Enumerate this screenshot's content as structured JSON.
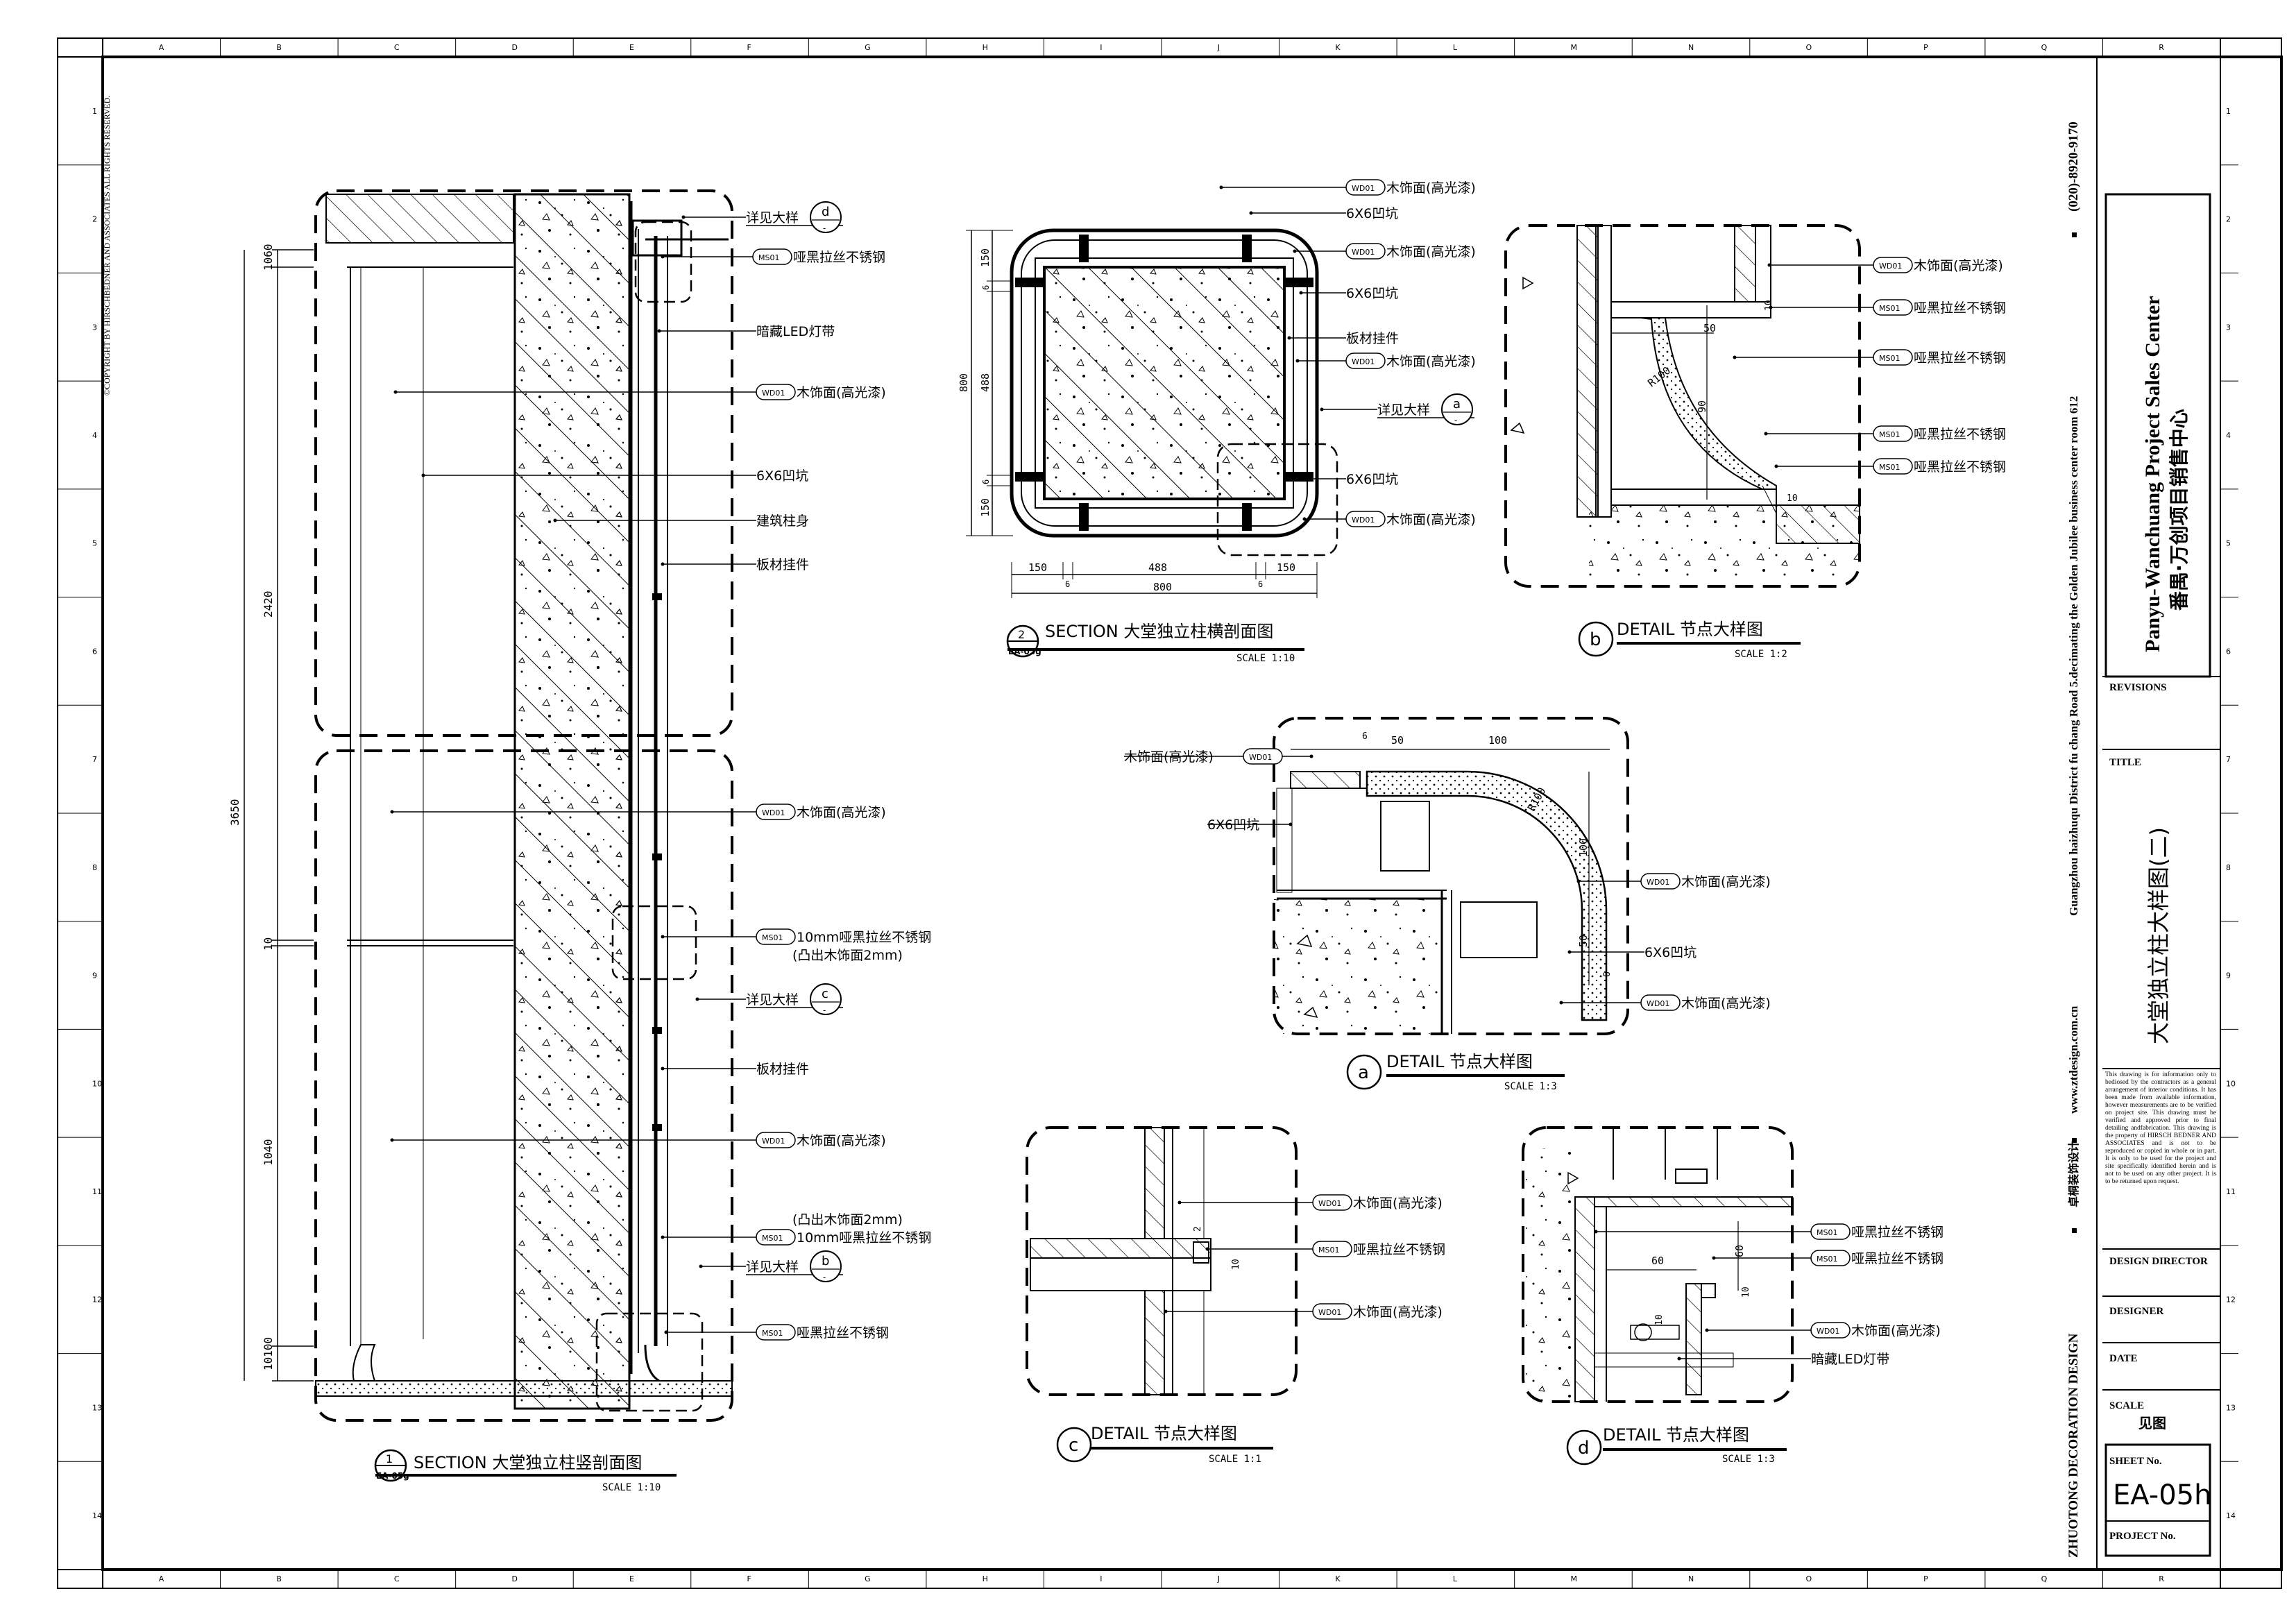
{
  "grid": {
    "columns": [
      "A",
      "B",
      "C",
      "D",
      "E",
      "F",
      "G",
      "H",
      "I",
      "J",
      "K",
      "L",
      "M",
      "N",
      "O",
      "P",
      "Q",
      "R"
    ],
    "rows": [
      "1",
      "2",
      "3",
      "4",
      "5",
      "6",
      "7",
      "8",
      "9",
      "10",
      "11",
      "12",
      "13",
      "14"
    ]
  },
  "copyright": "©COPYRIGHT BY HIRSCHBEDNER AND ASSOCIATES ALL RIGHTS RESERVED.",
  "sidebar": {
    "phone": "(020)-8920-9170",
    "address": "Guangzhou haizhuqu District fu chang Road 5.decimating the Golden Jubilee business center room 612",
    "website": "www.ztdesign.com.cn",
    "company_cn": "卓桐装饰设计",
    "company_en": "ZHUOTONG DECORATION DESIGN"
  },
  "title_block": {
    "project_en": "Panyu-Wanchuang Project Sales Center",
    "project_cn": "番禺·万创项目销售中心",
    "revisions": "REVISIONS",
    "title_label": "TITLE",
    "title_value": "大堂独立柱大样图(二)",
    "disclaimer": "This drawing is for information only to bediosed by the contractors as a general arrangement of interior conditions. It has been made from available information, however measurements are to be verified on project site. This drawing must be verified and approved prior to final detailing andfabrication. This drawing is the property of HIRSCH BEDNER AND ASSOCIATES and is not to be reproduced or copied in whole or in part. It is only to be used for the project and site specifically identified herein and is not to be used on any other project. It is to be returned upon request.",
    "design_director": "DESIGN DIRECTOR",
    "designer": "DESIGNER",
    "date": "DATE",
    "scale_label": "SCALE",
    "scale_value": "见图",
    "sheet_no_label": "SHEET No.",
    "sheet_no": "EA-05h",
    "project_no_label": "PROJECT No."
  },
  "section1": {
    "num": "1",
    "ref": "EA-05g",
    "title": "SECTION  大堂独立柱竖剖面图",
    "scale": "SCALE  1:10",
    "dims": [
      "3650",
      "2420",
      "1040",
      "1060",
      "10",
      "10100"
    ],
    "labels": [
      {
        "text": "详见大样",
        "bubble": "d"
      },
      {
        "tag": "MS01",
        "text": "哑黑拉丝不锈钢"
      },
      {
        "text": "暗藏LED灯带"
      },
      {
        "tag": "WD01",
        "text": "木饰面(高光漆)"
      },
      {
        "text": "6X6凹坑"
      },
      {
        "text": "建筑柱身"
      },
      {
        "text": "板材挂件"
      },
      {
        "tag": "WD01",
        "text": "木饰面(高光漆)"
      },
      {
        "tag": "MS01",
        "text": "10mm哑黑拉丝不锈钢"
      },
      {
        "text": "(凸出木饰面2mm)"
      },
      {
        "text": "详见大样",
        "bubble": "c"
      },
      {
        "text": "板材挂件"
      },
      {
        "tag": "WD01",
        "text": "木饰面(高光漆)"
      },
      {
        "text": "(凸出木饰面2mm)"
      },
      {
        "tag": "MS01",
        "text": "10mm哑黑拉丝不锈钢"
      },
      {
        "text": "详见大样",
        "bubble": "b"
      },
      {
        "tag": "MS01",
        "text": "哑黑拉丝不锈钢"
      }
    ]
  },
  "section2": {
    "num": "2",
    "ref": "EA-05g",
    "title": "SECTION  大堂独立柱横剖面图",
    "scale": "SCALE  1:10",
    "dims_h": [
      "150",
      "488",
      "150",
      "6",
      "6",
      "800"
    ],
    "dims_v": [
      "150",
      "6",
      "488",
      "6",
      "150",
      "800"
    ],
    "labels": [
      {
        "tag": "WD01",
        "text": "木饰面(高光漆)"
      },
      {
        "text": "6X6凹坑"
      },
      {
        "tag": "WD01",
        "text": "木饰面(高光漆)"
      },
      {
        "text": "6X6凹坑"
      },
      {
        "text": "板材挂件"
      },
      {
        "tag": "WD01",
        "text": "木饰面(高光漆)"
      },
      {
        "text": "详见大样",
        "bubble": "a"
      },
      {
        "text": "6X6凹坑"
      },
      {
        "tag": "WD01",
        "text": "木饰面(高光漆)"
      }
    ]
  },
  "detail_a": {
    "bubble": "a",
    "title": "DETAIL    节点大样图",
    "scale": "SCALE  1:3",
    "dims": [
      "6",
      "50",
      "100",
      "R100",
      "100",
      "50",
      "6"
    ],
    "labels": [
      {
        "tag": "WD01",
        "text": "木饰面(高光漆)"
      },
      {
        "text": "6X6凹坑"
      },
      {
        "tag": "WD01",
        "text": "木饰面(高光漆)"
      },
      {
        "text": "6X6凹坑"
      },
      {
        "tag": "WD01",
        "text": "木饰面(高光漆)"
      }
    ]
  },
  "detail_b": {
    "bubble": "b",
    "title": "DETAIL    节点大样图",
    "scale": "SCALE  1:2",
    "dims": [
      "50",
      "10",
      "R100",
      "90",
      "10"
    ],
    "labels": [
      {
        "tag": "WD01",
        "text": "木饰面(高光漆)"
      },
      {
        "tag": "MS01",
        "text": "哑黑拉丝不锈钢"
      },
      {
        "tag": "MS01",
        "text": "哑黑拉丝不锈钢"
      },
      {
        "tag": "MS01",
        "text": "哑黑拉丝不锈钢"
      },
      {
        "tag": "MS01",
        "text": "哑黑拉丝不锈钢"
      }
    ]
  },
  "detail_c": {
    "bubble": "c",
    "title": "DETAIL    节点大样图",
    "scale": "SCALE  1:1",
    "dims": [
      "2",
      "10"
    ],
    "labels": [
      {
        "tag": "WD01",
        "text": "木饰面(高光漆)"
      },
      {
        "tag": "MS01",
        "text": "哑黑拉丝不锈钢"
      },
      {
        "tag": "WD01",
        "text": "木饰面(高光漆)"
      }
    ]
  },
  "detail_d": {
    "bubble": "d",
    "title": "DETAIL    节点大样图",
    "scale": "SCALE  1:3",
    "dims": [
      "60",
      "60",
      "10",
      "10"
    ],
    "labels": [
      {
        "tag": "MS01",
        "text": "哑黑拉丝不锈钢"
      },
      {
        "tag": "MS01",
        "text": "哑黑拉丝不锈钢"
      },
      {
        "tag": "WD01",
        "text": "木饰面(高光漆)"
      },
      {
        "text": "暗藏LED灯带"
      }
    ]
  }
}
